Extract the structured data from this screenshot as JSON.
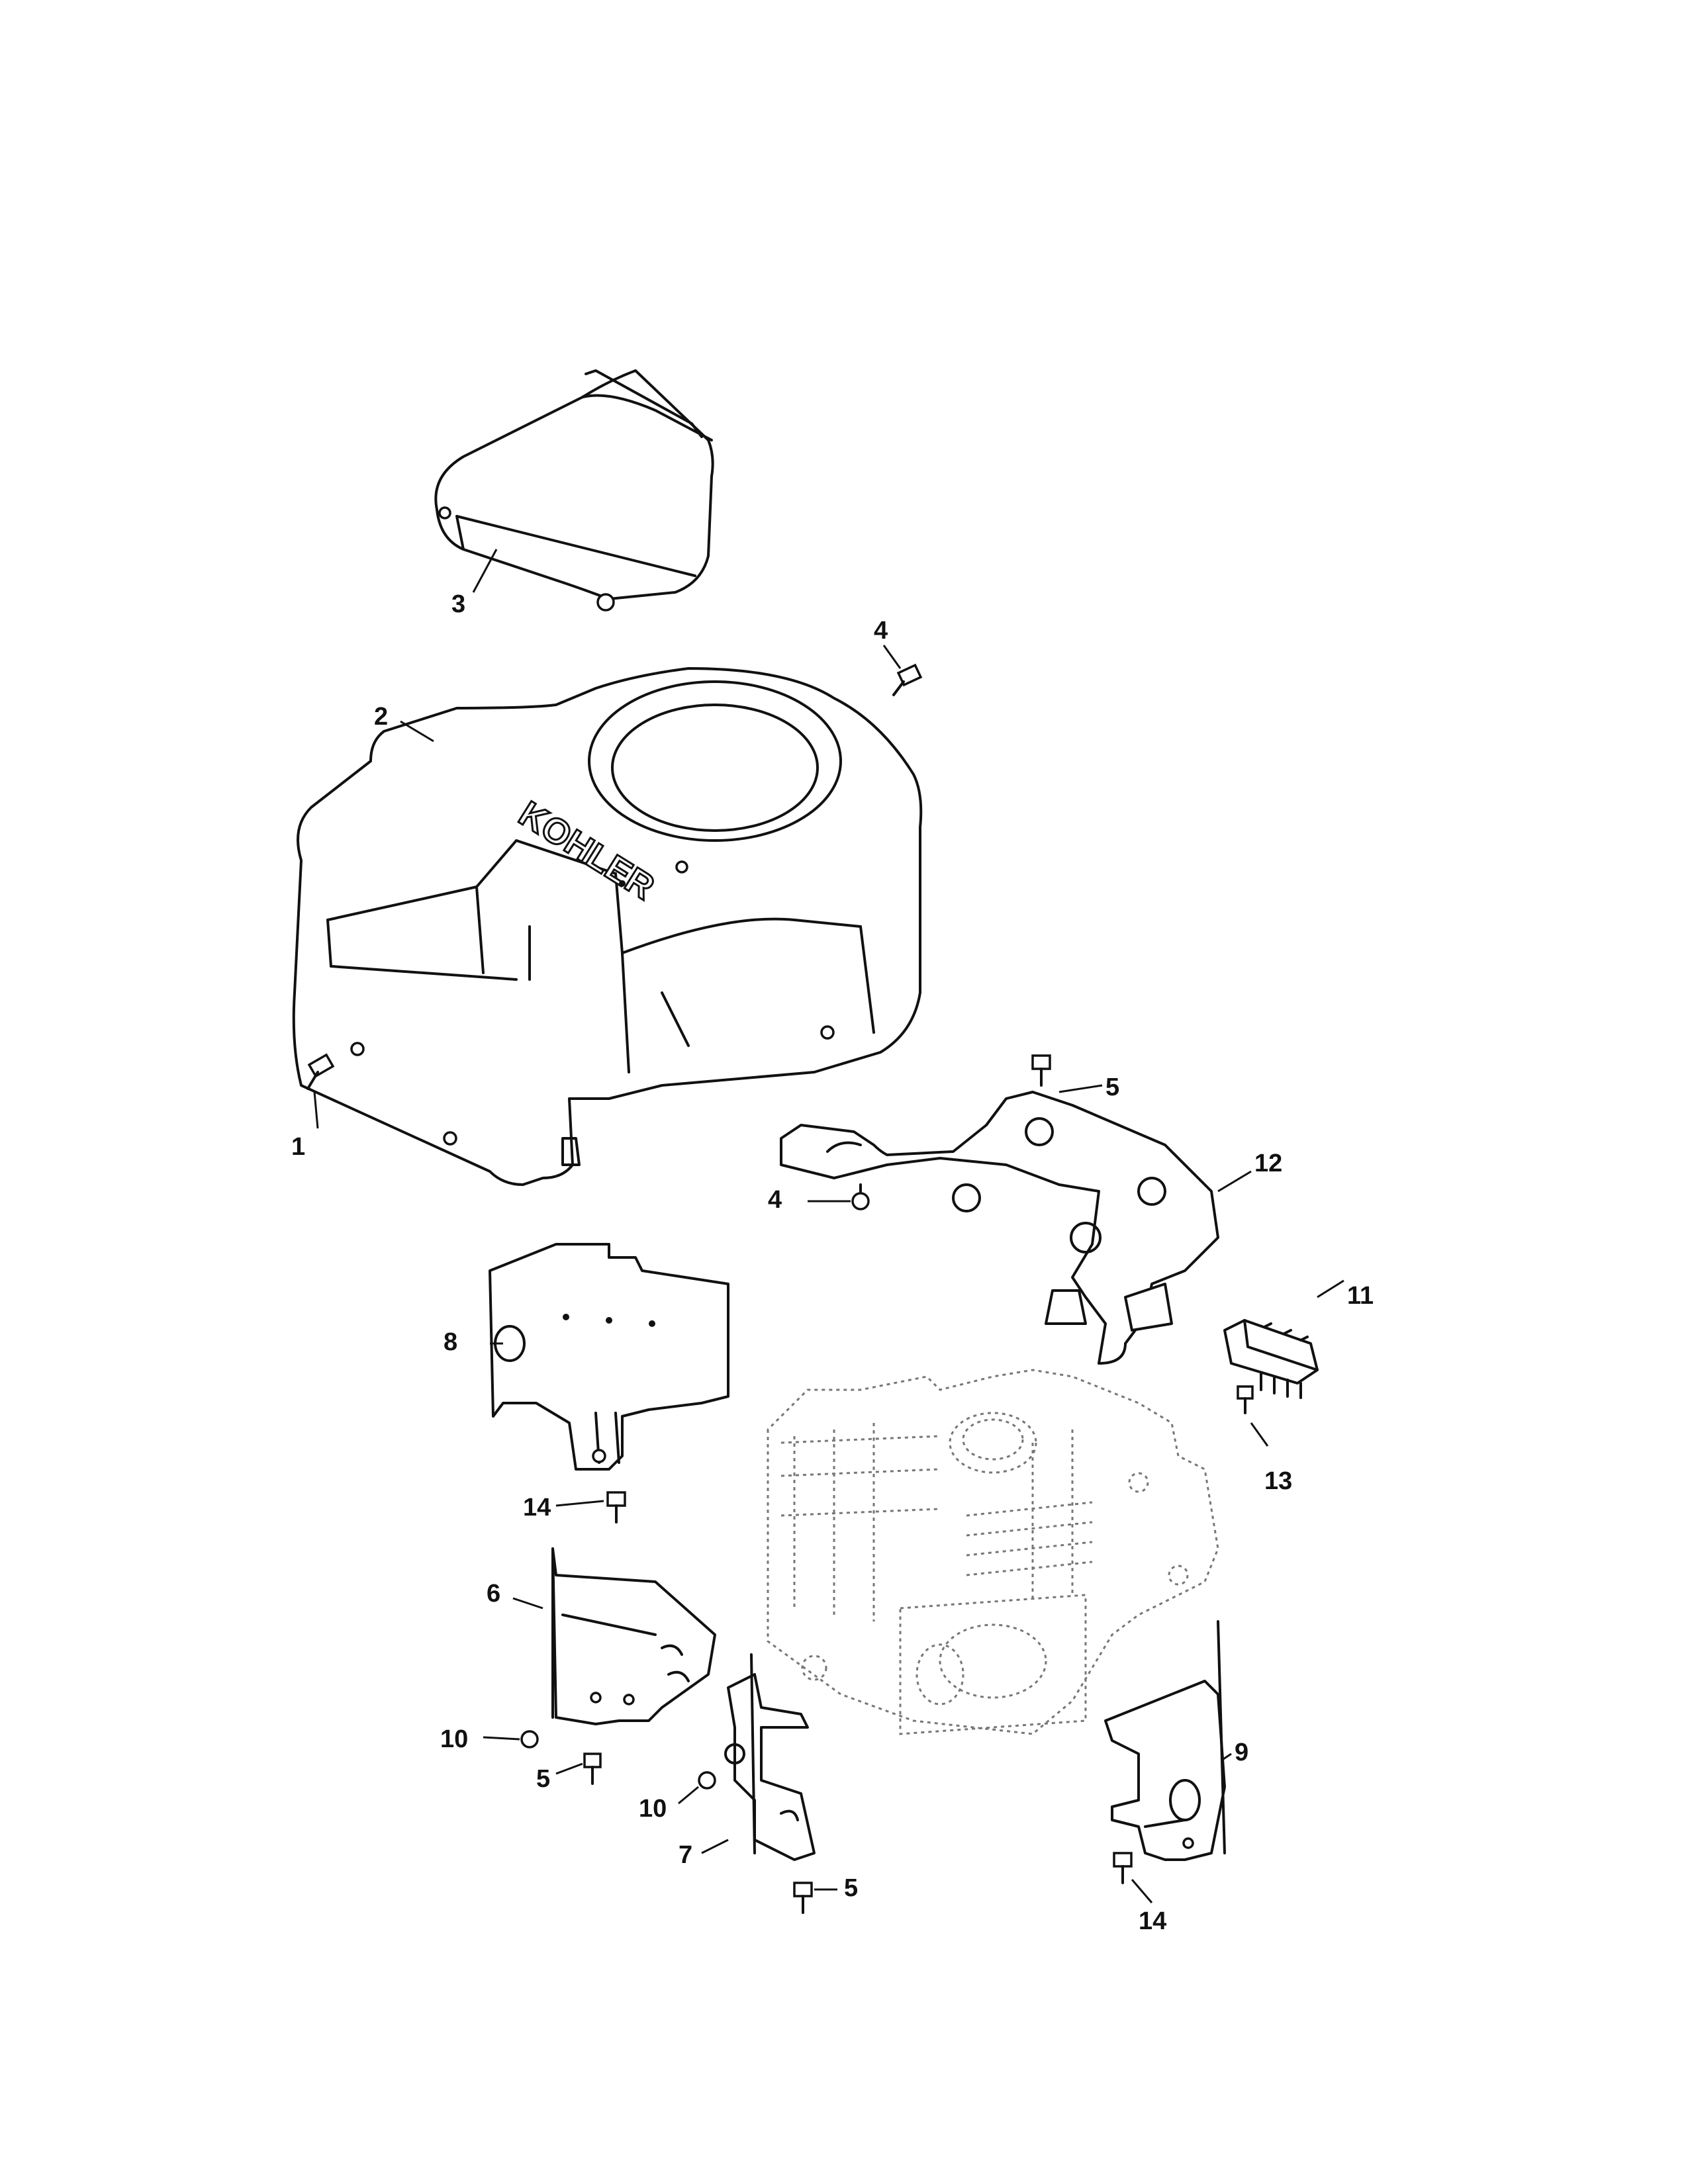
{
  "diagram": {
    "brand_logo": "KOHLER",
    "callouts": {
      "c1": "1",
      "c2": "2",
      "c3": "3",
      "c4a": "4",
      "c4b": "4",
      "c5a": "5",
      "c5b": "5",
      "c5c": "5",
      "c6": "6",
      "c7": "7",
      "c8": "8",
      "c9": "9",
      "c10a": "10",
      "c10b": "10",
      "c11": "11",
      "c12": "12",
      "c13": "13",
      "c14a": "14",
      "c14b": "14"
    }
  }
}
